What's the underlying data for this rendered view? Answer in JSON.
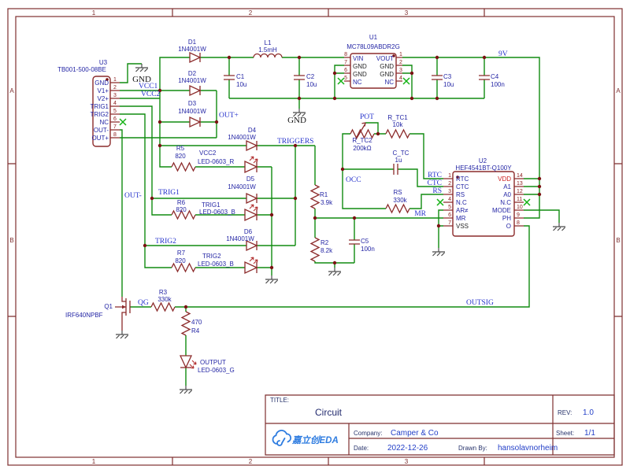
{
  "frame": {
    "cols": [
      "1",
      "2",
      "3"
    ],
    "rows": [
      "A",
      "B"
    ]
  },
  "title_block": {
    "title_label": "TITLE:",
    "title": "Circuit",
    "rev_label": "REV:",
    "rev": "1.0",
    "sheet_label": "Sheet:",
    "sheet": "1/1",
    "company_label": "Company:",
    "company": "Camper & Co",
    "date_label": "Date:",
    "date": "2022-12-26",
    "drawn_label": "Drawn By:",
    "drawn_by": "hansolavnorheim",
    "logo": "嘉立创EDA"
  },
  "nets": {
    "gnd": "GND",
    "vcc1": "VCC1",
    "vcc2": "VCC2",
    "out_plus": "OUT+",
    "out_minus": "OUT-",
    "trig1": "TRIG1",
    "trig2": "TRIG2",
    "triggers": "TRIGGERS",
    "v9": "9V",
    "occ": "OCC",
    "rtc": "RTC",
    "ctc": "CTC",
    "rs": "RS",
    "mr": "MR",
    "qg": "QG",
    "outsig": "OUTSIG",
    "pot": "POT"
  },
  "parts": {
    "u3": {
      "ref": "U3",
      "val": "TB001-500-08BE",
      "pin_numbers": [
        "1",
        "2",
        "3",
        "4",
        "5",
        "6",
        "7",
        "8"
      ],
      "pin_names": [
        "GND",
        "V1+",
        "V2+",
        "TRIG1",
        "TRIG2",
        "NC",
        "OUT-",
        "OUT+"
      ]
    },
    "u1": {
      "ref": "U1",
      "val": "MC78L09ABDR2G",
      "left_numbers": [
        "8",
        "7",
        "6",
        "5"
      ],
      "left_names": [
        "VIN",
        "GND",
        "GND",
        "NC"
      ],
      "right_numbers": [
        "1",
        "2",
        "3",
        "4"
      ],
      "right_names": [
        "VOUT",
        "GND",
        "GND",
        "NC"
      ]
    },
    "u2": {
      "ref": "U2",
      "val": "HEF4541BT-Q100Y",
      "left_numbers": [
        "1",
        "2",
        "3",
        "4",
        "5",
        "6",
        "7"
      ],
      "left_names": [
        "RTC",
        "CTC",
        "RS",
        "N.C",
        "AR≠",
        "MR",
        "VSS"
      ],
      "right_numbers": [
        "14",
        "13",
        "12",
        "11",
        "10",
        "9",
        "8"
      ],
      "right_names": [
        "VDD",
        "A1",
        "A0",
        "N.C",
        "MODE",
        "PH",
        "O"
      ]
    },
    "d1": {
      "ref": "D1",
      "val": "1N4001W"
    },
    "d2": {
      "ref": "D2",
      "val": "1N4001W"
    },
    "d3": {
      "ref": "D3",
      "val": "1N4001W"
    },
    "d4": {
      "ref": "D4",
      "val": "1N4001W"
    },
    "d5": {
      "ref": "D5",
      "val": "1N4001W"
    },
    "d6": {
      "ref": "D6",
      "val": "1N4001W"
    },
    "l1": {
      "ref": "L1",
      "val": "1.5mH"
    },
    "c1": {
      "ref": "C1",
      "val": "10u"
    },
    "c2": {
      "ref": "C2",
      "val": "10u"
    },
    "c3": {
      "ref": "C3",
      "val": "10u"
    },
    "c4": {
      "ref": "C4",
      "val": "100n"
    },
    "c5": {
      "ref": "C5",
      "val": "100n"
    },
    "ctc": {
      "ref": "C_TC",
      "val": "1u"
    },
    "r1": {
      "ref": "R1",
      "val": "3.9k"
    },
    "r2": {
      "ref": "R2",
      "val": "8.2k"
    },
    "r3": {
      "ref": "R3",
      "val": "330k"
    },
    "r4": {
      "ref": "R4",
      "val": "470"
    },
    "r5": {
      "ref": "R5",
      "val": "820"
    },
    "r6": {
      "ref": "R6",
      "val": "820"
    },
    "r7": {
      "ref": "R7",
      "val": "820"
    },
    "rtc1": {
      "ref": "R_TC1",
      "val": "10k"
    },
    "rtc2": {
      "ref": "R_TC2",
      "val": "200kΩ"
    },
    "rs": {
      "ref": "RS",
      "val": "330k"
    },
    "led_vcc2": {
      "ref": "VCC2",
      "val": "LED-0603_R"
    },
    "led_trig1": {
      "ref": "TRIG1",
      "val": "LED-0603_B"
    },
    "led_trig2": {
      "ref": "TRIG2",
      "val": "LED-0603_B"
    },
    "led_out": {
      "ref": "OUTPUT",
      "val": "LED-0603_G"
    },
    "q1": {
      "ref": "Q1",
      "val": "IRF640NPBF"
    }
  },
  "colors": {
    "wire": "#108C10",
    "component": "#8C2B2B",
    "frame": "#7E2F2F",
    "net_text": "#2633CC",
    "logo_blue": "#2E7CE0",
    "led_red": "#D42020",
    "led_blue": "#2B7FE8",
    "led_green": "#2FB52F"
  }
}
